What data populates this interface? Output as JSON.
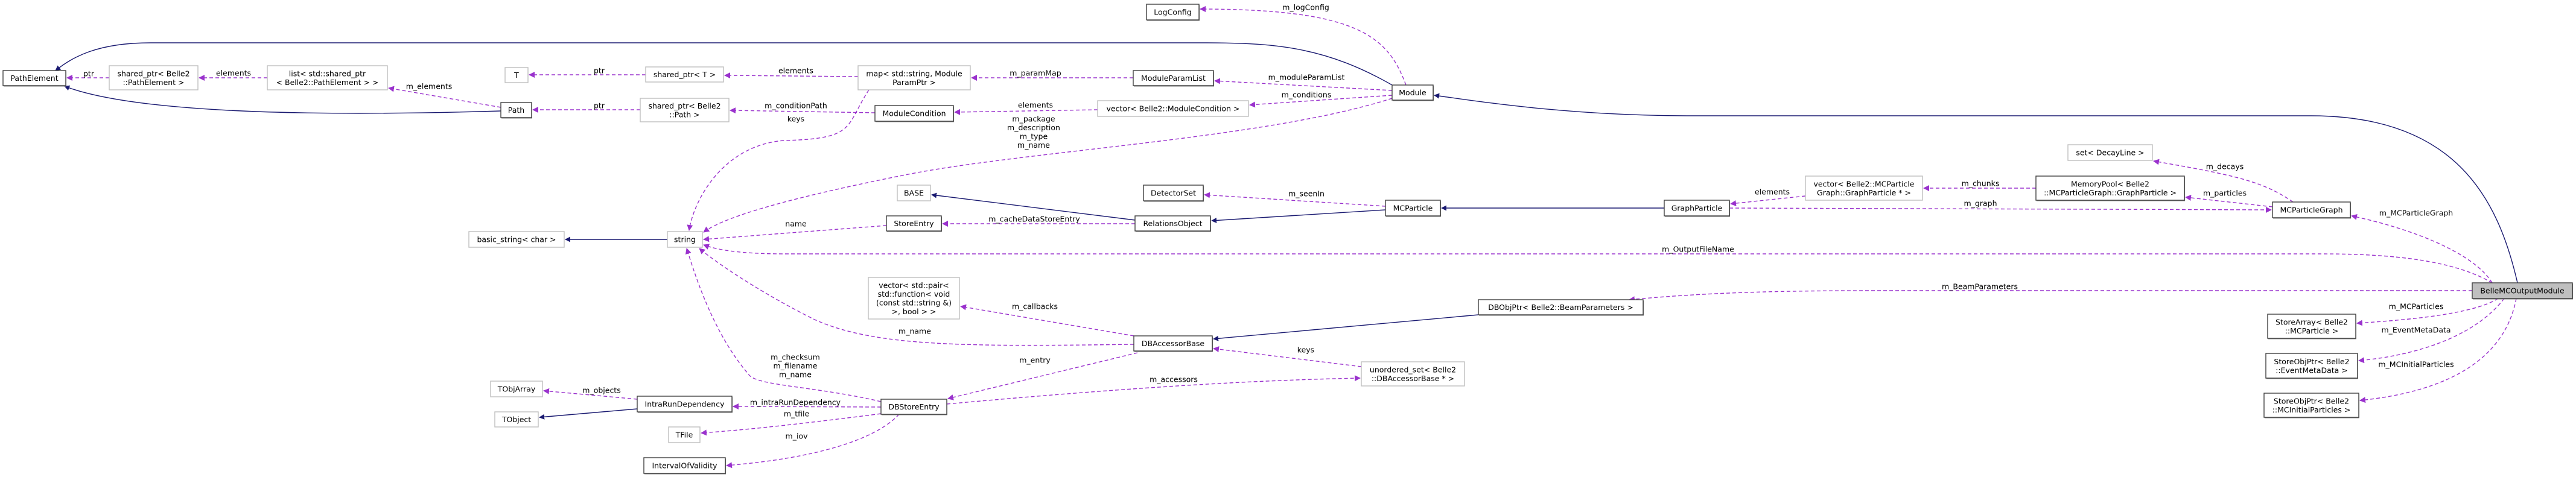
{
  "title": "BelleMCOutputModule collaboration diagram",
  "colors": {
    "inheritance": "#191970",
    "member": "#9a32cd",
    "main_fill": "#bfbfbf"
  },
  "nodes": [
    {
      "lines": [
        "PathElement"
      ]
    },
    {
      "lines": [
        "shared_ptr< Belle2",
        "::PathElement >"
      ]
    },
    {
      "lines": [
        "list< std::shared_ptr",
        "< Belle2::PathElement > >"
      ]
    },
    {
      "lines": [
        "T"
      ]
    },
    {
      "lines": [
        "Path"
      ]
    },
    {
      "lines": [
        "shared_ptr< T >"
      ]
    },
    {
      "lines": [
        "shared_ptr< Belle2",
        "::Path >"
      ]
    },
    {
      "lines": [
        "map< std::string, Module",
        "ParamPtr >"
      ]
    },
    {
      "lines": [
        "ModuleCondition"
      ]
    },
    {
      "lines": [
        "ModuleParamList"
      ]
    },
    {
      "lines": [
        "vector< Belle2::ModuleCondition >"
      ]
    },
    {
      "lines": [
        "LogConfig"
      ]
    },
    {
      "lines": [
        "Module"
      ]
    },
    {
      "lines": [
        "basic_string< char >"
      ]
    },
    {
      "lines": [
        "string"
      ]
    },
    {
      "lines": [
        "BASE"
      ]
    },
    {
      "lines": [
        "StoreEntry"
      ]
    },
    {
      "lines": [
        "DetectorSet"
      ]
    },
    {
      "lines": [
        "RelationsObject"
      ]
    },
    {
      "lines": [
        "MCParticle"
      ]
    },
    {
      "lines": [
        "GraphParticle"
      ]
    },
    {
      "lines": [
        "vector< Belle2::MCParticle",
        "Graph::GraphParticle * >"
      ]
    },
    {
      "lines": [
        "set< DecayLine >"
      ]
    },
    {
      "lines": [
        "MemoryPool< Belle2",
        "::MCParticleGraph::GraphParticle >"
      ]
    },
    {
      "lines": [
        "MCParticleGraph"
      ]
    },
    {
      "lines": [
        "BelleMCOutputModule"
      ]
    },
    {
      "lines": [
        "vector< std::pair<",
        "std::function< void",
        "(const std::string &)",
        ">, bool > >"
      ]
    },
    {
      "lines": [
        "DBAccessorBase"
      ]
    },
    {
      "lines": [
        "DBObjPtr< Belle2::BeamParameters >"
      ]
    },
    {
      "lines": [
        "unordered_set< Belle2",
        "::DBAccessorBase * >"
      ]
    },
    {
      "lines": [
        "TObjArray"
      ]
    },
    {
      "lines": [
        "TObject"
      ]
    },
    {
      "lines": [
        "IntraRunDependency"
      ]
    },
    {
      "lines": [
        "DBStoreEntry"
      ]
    },
    {
      "lines": [
        "TFile"
      ]
    },
    {
      "lines": [
        "IntervalOfValidity"
      ]
    },
    {
      "lines": [
        "StoreArray< Belle2",
        "::MCParticle >"
      ]
    },
    {
      "lines": [
        "StoreObjPtr< Belle2",
        "::EventMetaData >"
      ]
    },
    {
      "lines": [
        "StoreObjPtr< Belle2",
        "::MCInitialParticles >"
      ]
    }
  ],
  "edges": [
    {
      "labels": []
    },
    {
      "labels": []
    },
    {
      "labels": []
    },
    {
      "labels": []
    },
    {
      "labels": []
    },
    {
      "labels": []
    },
    {
      "labels": []
    },
    {
      "labels": []
    },
    {
      "labels": []
    },
    {
      "labels": [
        "ptr"
      ]
    },
    {
      "labels": [
        "elements"
      ]
    },
    {
      "labels": [
        "m_elements"
      ]
    },
    {
      "labels": [
        "ptr"
      ]
    },
    {
      "labels": [
        "ptr"
      ]
    },
    {
      "labels": [
        "elements"
      ]
    },
    {
      "labels": [
        "m_conditionPath"
      ]
    },
    {
      "labels": [
        "keys"
      ]
    },
    {
      "labels": [
        "m_paramMap"
      ]
    },
    {
      "labels": [
        "elements"
      ]
    },
    {
      "labels": [
        "m_moduleParamList"
      ]
    },
    {
      "labels": [
        "m_conditions"
      ]
    },
    {
      "labels": [
        "m_logConfig"
      ]
    },
    {
      "labels": [
        "m_package",
        "m_description",
        "m_type",
        "m_name"
      ]
    },
    {
      "labels": [
        "name"
      ]
    },
    {
      "labels": [
        "m_cacheDataStoreEntry"
      ]
    },
    {
      "labels": [
        "m_seenIn"
      ]
    },
    {
      "labels": [
        "elements"
      ]
    },
    {
      "labels": [
        "m_graph"
      ]
    },
    {
      "labels": [
        "m_chunks"
      ]
    },
    {
      "labels": [
        "m_particles"
      ]
    },
    {
      "labels": [
        "m_decays"
      ]
    },
    {
      "labels": [
        "m_MCParticleGraph"
      ]
    },
    {
      "labels": [
        "m_OutputFileName"
      ]
    },
    {
      "labels": [
        "m_BeamParameters"
      ]
    },
    {
      "labels": [
        "m_MCParticles"
      ]
    },
    {
      "labels": [
        "m_EventMetaData"
      ]
    },
    {
      "labels": [
        "m_MCInitialParticles"
      ]
    },
    {
      "labels": [
        "m_callbacks"
      ]
    },
    {
      "labels": [
        "m_name"
      ]
    },
    {
      "labels": [
        "m_checksum",
        "m_filename",
        "m_name"
      ]
    },
    {
      "labels": [
        "m_entry"
      ]
    },
    {
      "labels": [
        "m_accessors"
      ]
    },
    {
      "labels": [
        "keys"
      ]
    },
    {
      "labels": [
        "m_intraRunDependency"
      ]
    },
    {
      "labels": [
        "m_tfile"
      ]
    },
    {
      "labels": [
        "m_iov"
      ]
    },
    {
      "labels": [
        "m_objects"
      ]
    }
  ]
}
